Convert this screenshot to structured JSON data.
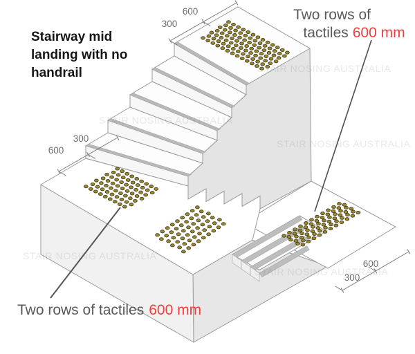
{
  "title": {
    "lines": [
      "Stairway mid",
      "landing with no",
      "handrail"
    ]
  },
  "annotations": {
    "top_right": {
      "line1": "Two rows of",
      "line2_prefix": "tactiles",
      "line2_value": "600 mm"
    },
    "bottom_left": {
      "prefix": "Two rows of tactiles",
      "value": "600 mm"
    }
  },
  "dimensions": {
    "top_landing": {
      "v600": "600",
      "v300": "300"
    },
    "mid_landing": {
      "v300": "300",
      "v600": "600"
    },
    "lower_landing": {
      "v600": "600",
      "v300": "300"
    }
  },
  "watermark": {
    "text": "STAIR NOSING AUSTRALIA"
  },
  "colors": {
    "accent_red": "#f23d3d",
    "annotation_gray": "#595959",
    "tactile_dot_fill": "#9a8833",
    "tactile_dot_stroke": "#4a421c",
    "wall_gray": "#e4e4e4",
    "nosing_gray": "#b9b9b9"
  },
  "tactile": {
    "patches": [
      {
        "id": "top-landing-patch",
        "rows": 7,
        "cols": 13
      },
      {
        "id": "mid-landing-upper-patch",
        "rows": 7,
        "cols": 9
      },
      {
        "id": "mid-landing-lower-patch",
        "rows": 6,
        "cols": 9
      },
      {
        "id": "bottom-landing-patch",
        "rows": 6,
        "cols": 11
      }
    ]
  }
}
